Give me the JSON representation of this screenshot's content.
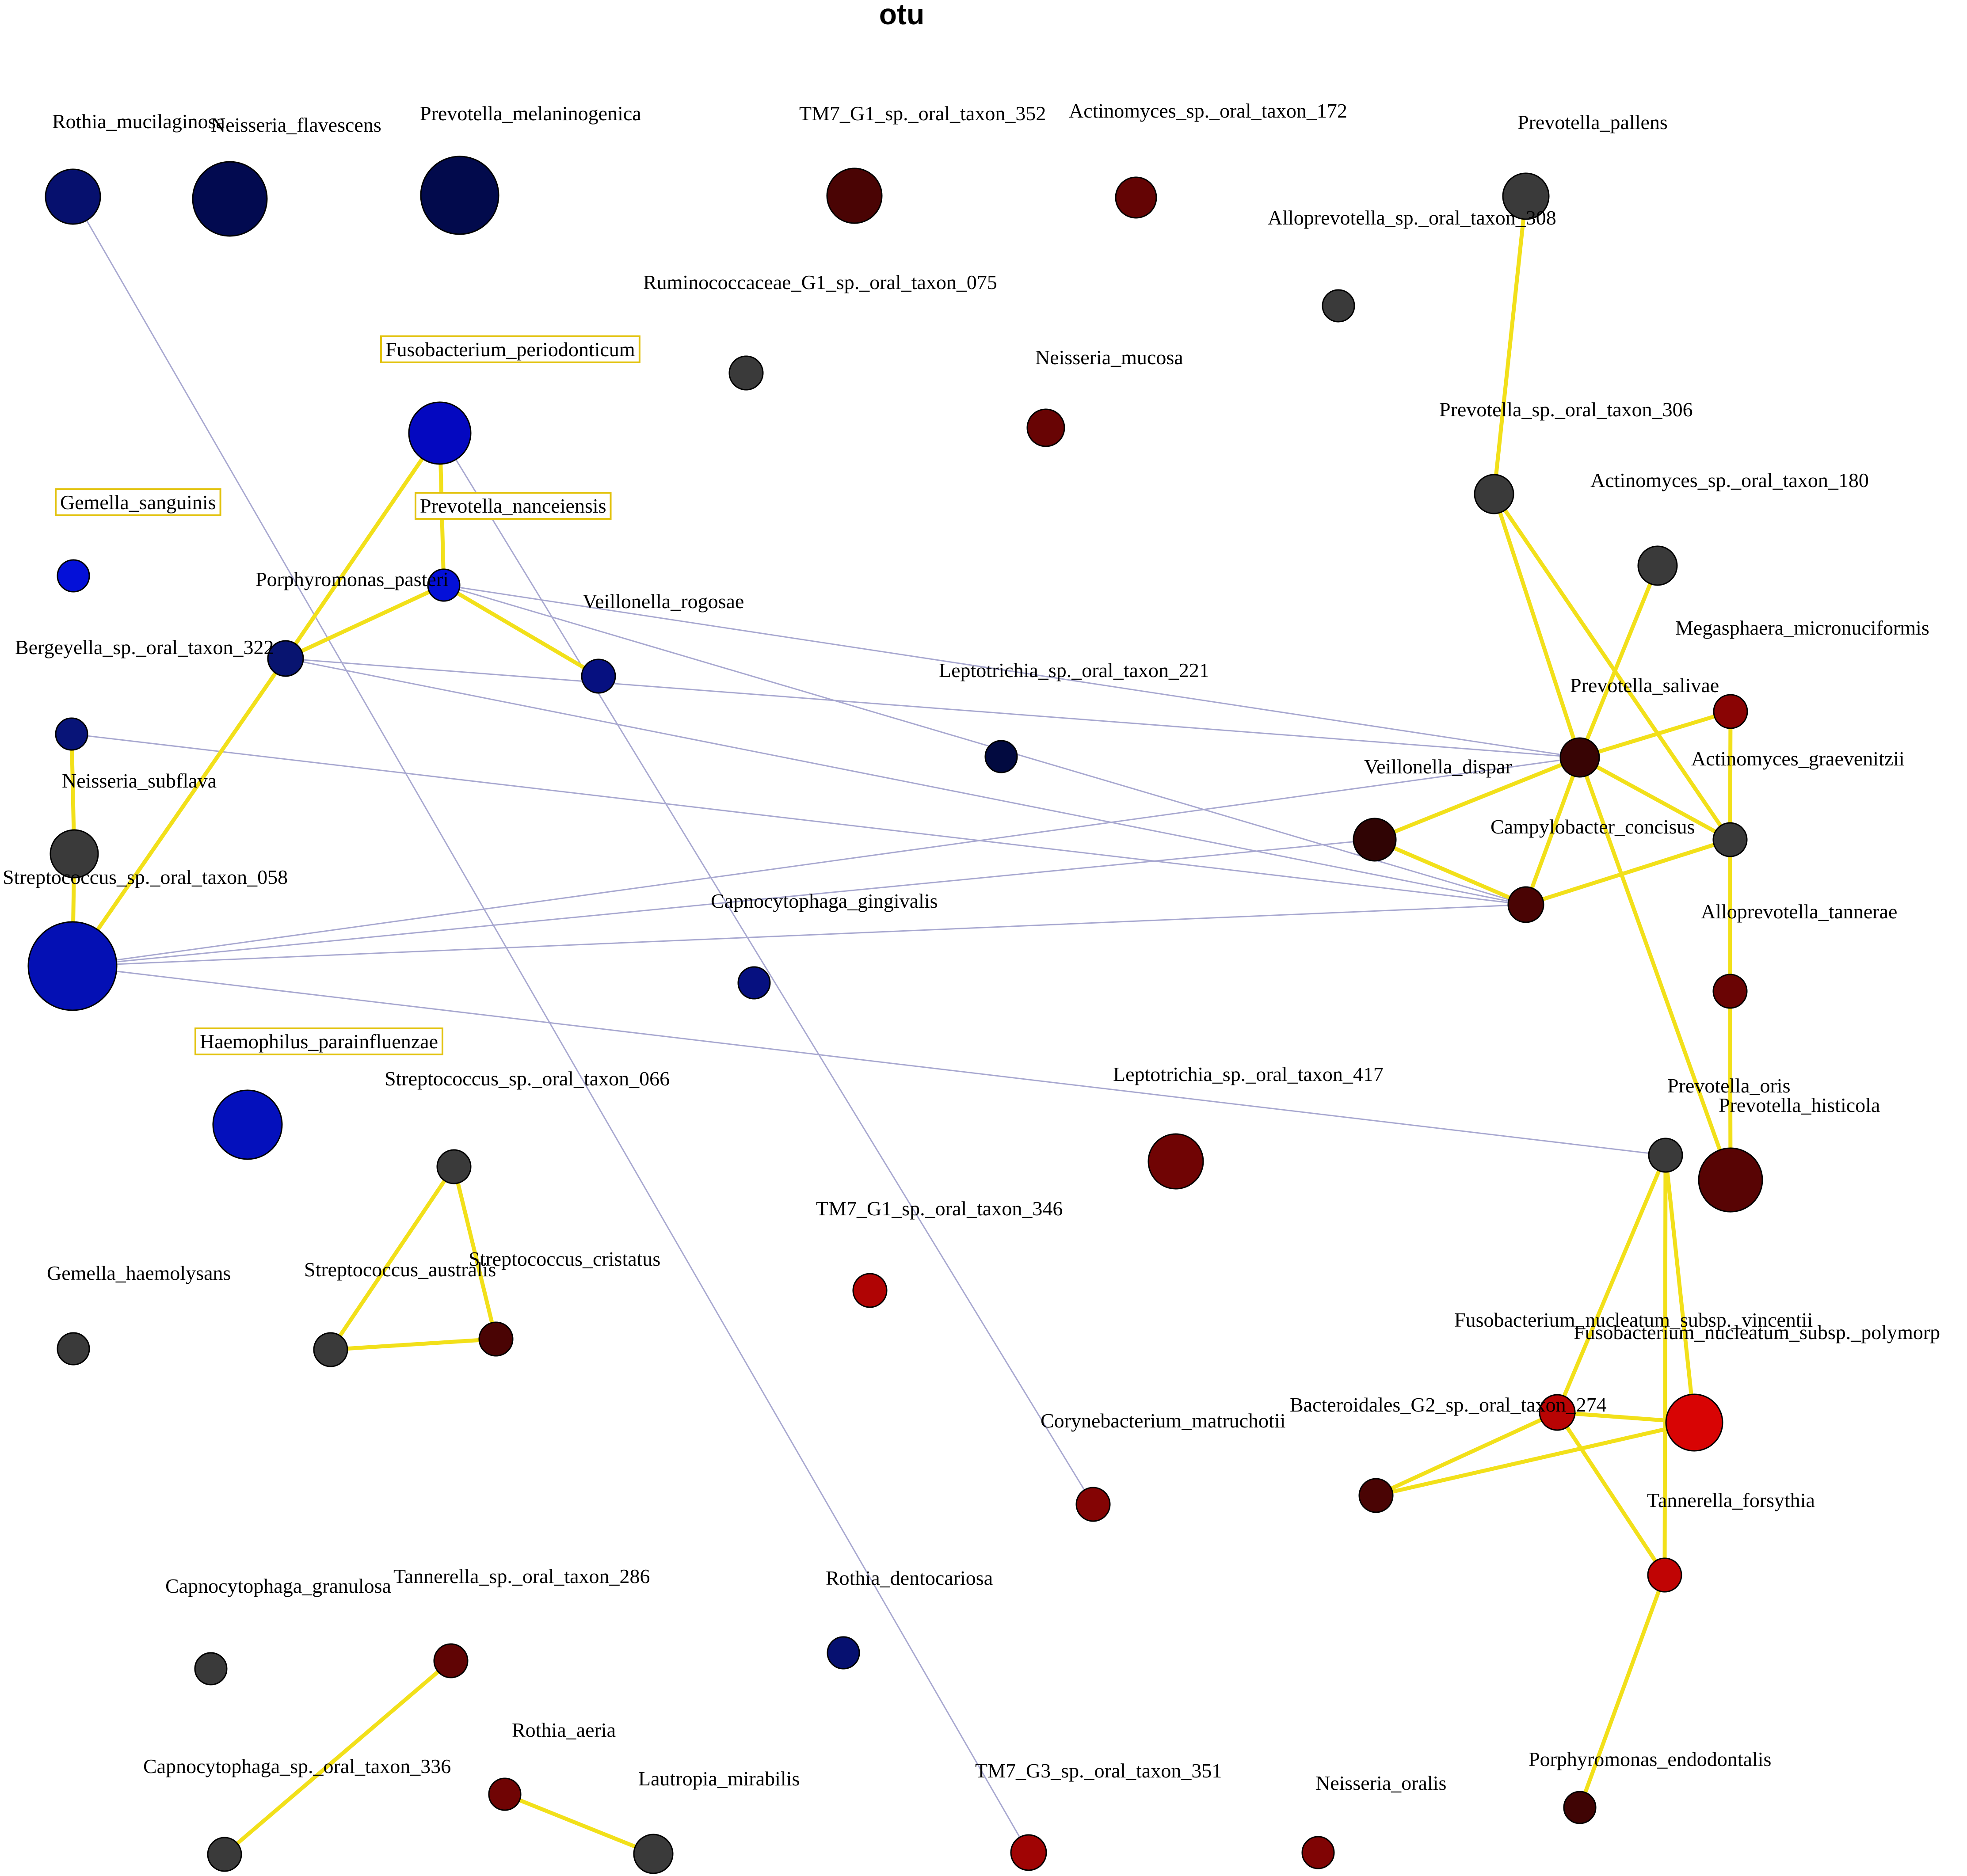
{
  "title": "otu",
  "colors": {
    "positive_edge": "#F2E01A",
    "negative_edge": "#A8A8D0",
    "highlight_box": "#E2C20C"
  },
  "nodes": [
    {
      "id": "Rothia_mucilaginosa",
      "label": "Rothia_mucilaginosa",
      "color": "#06106E"
    },
    {
      "id": "Neisseria_flavescens",
      "label": "Neisseria_flavescens",
      "color": "#020A50"
    },
    {
      "id": "Prevotella_melaninogenica",
      "label": "Prevotella_melaninogenica",
      "color": "#020A4C"
    },
    {
      "id": "TM7_G1_sp._oral_taxon_352",
      "label": "TM7_G1_sp._oral_taxon_352",
      "color": "#4A0404"
    },
    {
      "id": "Actinomyces_sp._oral_taxon_172",
      "label": "Actinomyces_sp._oral_taxon_172",
      "color": "#640404"
    },
    {
      "id": "Prevotella_pallens",
      "label": "Prevotella_pallens",
      "color": "#3A3A3A"
    },
    {
      "id": "Alloprevotella_sp._oral_taxon_308",
      "label": "Alloprevotella_sp._oral_taxon_308",
      "color": "#3A3A3A"
    },
    {
      "id": "Ruminococcaceae_G1_sp._oral_taxon_075",
      "label": "Ruminococcaceae_G1_sp._oral_taxon_075",
      "color": "#3A3A3A"
    },
    {
      "id": "Neisseria_mucosa",
      "label": "Neisseria_mucosa",
      "color": "#680404"
    },
    {
      "id": "Fusobacterium_periodonticum",
      "label": "Fusobacterium_periodonticum",
      "color": "#0408C0"
    },
    {
      "id": "Prevotella_sp._oral_taxon_306",
      "label": "Prevotella_sp._oral_taxon_306",
      "color": "#3A3A3A"
    },
    {
      "id": "Actinomyces_sp._oral_taxon_180",
      "label": "Actinomyces_sp._oral_taxon_180",
      "color": "#3A3A3A"
    },
    {
      "id": "Gemella_sanguinis",
      "label": "Gemella_sanguinis",
      "color": "#0410D8"
    },
    {
      "id": "Prevotella_nanceiensis",
      "label": "Prevotella_nanceiensis",
      "color": "#0410D8"
    },
    {
      "id": "Porphyromonas_pasteri",
      "label": "Porphyromonas_pasteri",
      "color": "#0410D8"
    },
    {
      "id": "Veillonella_rogosae",
      "label": "Veillonella_rogosae",
      "color": "#061080"
    },
    {
      "id": "Bergeyella_sp._oral_taxon_322",
      "label": "Bergeyella_sp._oral_taxon_322",
      "color": "#081470"
    },
    {
      "id": "Megasphaera_micronuciformis",
      "label": "Megasphaera_micronuciformis",
      "color": "#8A0404"
    },
    {
      "id": "Leptotrichia_sp._oral_taxon_221",
      "label": "Leptotrichia_sp._oral_taxon_221",
      "color": "#020A40"
    },
    {
      "id": "Prevotella_salivae",
      "label": "Prevotella_salivae",
      "color": "#380404"
    },
    {
      "id": "Veillonella_dispar",
      "label": "Veillonella_dispar",
      "color": "#300404"
    },
    {
      "id": "Neisseria_subflava",
      "label": "Neisseria_subflava",
      "color": "#081478"
    },
    {
      "id": "Actinomyces_graevenitzii",
      "label": "Actinomyces_graevenitzii",
      "color": "#3A3A3A"
    },
    {
      "id": "Campylobacter_concisus",
      "label": "Campylobacter_concisus",
      "color": "#4A0404"
    },
    {
      "id": "Streptococcus_sp._oral_taxon_058",
      "label": "Streptococcus_sp._oral_taxon_058",
      "color": "#3A3A3A"
    },
    {
      "id": "Streptococcus_big",
      "label": "",
      "color": "#0410B4"
    },
    {
      "id": "Capnocytophaga_gingivalis",
      "label": "Capnocytophaga_gingivalis",
      "color": "#061080"
    },
    {
      "id": "Alloprevotella_tannerae",
      "label": "Alloprevotella_tannerae",
      "color": "#6A0404"
    },
    {
      "id": "Haemophilus_parainfluenzae",
      "label": "Haemophilus_parainfluenzae",
      "color": "#0410BC"
    },
    {
      "id": "Streptococcus_sp._oral_taxon_066",
      "label": "Streptococcus_sp._oral_taxon_066",
      "color": "#3A3A3A"
    },
    {
      "id": "Leptotrichia_sp._oral_taxon_417",
      "label": "Leptotrichia_sp._oral_taxon_417",
      "color": "#700404"
    },
    {
      "id": "Prevotella_oris",
      "label": "Prevotella_oris",
      "color": "#3A3A3A"
    },
    {
      "id": "Prevotella_histicola",
      "label": "Prevotella_histicola",
      "color": "#580404"
    },
    {
      "id": "TM7_G1_sp._oral_taxon_346",
      "label": "TM7_G1_sp._oral_taxon_346",
      "color": "#B00404"
    },
    {
      "id": "Gemella_haemolysans",
      "label": "Gemella_haemolysans",
      "color": "#3A3A3A"
    },
    {
      "id": "Streptococcus_australis",
      "label": "Streptococcus_australis",
      "color": "#3A3A3A"
    },
    {
      "id": "Streptococcus_cristatus",
      "label": "Streptococcus_cristatus",
      "color": "#4A0404"
    },
    {
      "id": "Fusobacterium_nucleatum_subsp._vincentii",
      "label": "Fusobacterium_nucleatum_subsp._vincentii",
      "color": "#B80404"
    },
    {
      "id": "Fusobacterium_nucleatum_subsp._polymorphum",
      "label": "Fusobacterium_nucleatum_subsp._polymorp",
      "color": "#D80404"
    },
    {
      "id": "Bacteroidales_G2_sp._oral_taxon_274",
      "label": "Bacteroidales_G2_sp._oral_taxon_274",
      "color": "#4A0404"
    },
    {
      "id": "Corynebacterium_matruchotii",
      "label": "Corynebacterium_matruchotii",
      "color": "#840404"
    },
    {
      "id": "Tannerella_forsythia",
      "label": "Tannerella_forsythia",
      "color": "#C00404"
    },
    {
      "id": "Capnocytophaga_granulosa",
      "label": "Capnocytophaga_granulosa",
      "color": "#3A3A3A"
    },
    {
      "id": "Tannerella_sp._oral_taxon_286",
      "label": "Tannerella_sp._oral_taxon_286",
      "color": "#600404"
    },
    {
      "id": "Rothia_dentocariosa",
      "label": "Rothia_dentocariosa",
      "color": "#061070"
    },
    {
      "id": "Rothia_aeria",
      "label": "Rothia_aeria",
      "color": "#700404"
    },
    {
      "id": "Capnocytophaga_sp._oral_taxon_336",
      "label": "Capnocytophaga_sp._oral_taxon_336",
      "color": "#3A3A3A"
    },
    {
      "id": "Lautropia_mirabilis",
      "label": "Lautropia_mirabilis",
      "color": "#3A3A3A"
    },
    {
      "id": "TM7_G3_sp._oral_taxon_351",
      "label": "TM7_G3_sp._oral_taxon_351",
      "color": "#A00404"
    },
    {
      "id": "Neisseria_oralis",
      "label": "Neisseria_oralis",
      "color": "#800404"
    },
    {
      "id": "Porphyromonas_endodontalis",
      "label": "Porphyromonas_endodontalis",
      "color": "#400404"
    }
  ],
  "boxed_labels": [
    "Fusobacterium_periodonticum",
    "Gemella_sanguinis",
    "Prevotella_nanceiensis",
    "Haemophilus_parainfluenzae"
  ],
  "edges_positive": [
    [
      "Fusobacterium_periodonticum",
      "Porphyromonas_pasteri"
    ],
    [
      "Fusobacterium_periodonticum",
      "Bergeyella_sp._oral_taxon_322"
    ],
    [
      "Porphyromonas_pasteri",
      "Bergeyella_sp._oral_taxon_322"
    ],
    [
      "Porphyromonas_pasteri",
      "Veillonella_rogosae"
    ],
    [
      "Bergeyella_sp._oral_taxon_322",
      "Streptococcus_big"
    ],
    [
      "Neisseria_subflava",
      "Streptococcus_sp._oral_taxon_058"
    ],
    [
      "Streptococcus_sp._oral_taxon_058",
      "Streptococcus_big"
    ],
    [
      "Prevotella_pallens",
      "Prevotella_sp._oral_taxon_306"
    ],
    [
      "Prevotella_sp._oral_taxon_306",
      "Prevotella_salivae"
    ],
    [
      "Prevotella_sp._oral_taxon_306",
      "Actinomyces_graevenitzii"
    ],
    [
      "Actinomyces_sp._oral_taxon_180",
      "Prevotella_salivae"
    ],
    [
      "Megasphaera_micronuciformis",
      "Actinomyces_graevenitzii"
    ],
    [
      "Prevotella_salivae",
      "Megasphaera_micronuciformis"
    ],
    [
      "Prevotella_salivae",
      "Veillonella_dispar"
    ],
    [
      "Prevotella_salivae",
      "Campylobacter_concisus"
    ],
    [
      "Prevotella_salivae",
      "Actinomyces_graevenitzii"
    ],
    [
      "Prevotella_salivae",
      "Prevotella_histicola"
    ],
    [
      "Veillonella_dispar",
      "Campylobacter_concisus"
    ],
    [
      "Campylobacter_concisus",
      "Actinomyces_graevenitzii"
    ],
    [
      "Actinomyces_graevenitzii",
      "Alloprevotella_tannerae"
    ],
    [
      "Alloprevotella_tannerae",
      "Prevotella_histicola"
    ],
    [
      "Streptococcus_sp._oral_taxon_066",
      "Streptococcus_australis"
    ],
    [
      "Streptococcus_sp._oral_taxon_066",
      "Streptococcus_cristatus"
    ],
    [
      "Streptococcus_australis",
      "Streptococcus_cristatus"
    ],
    [
      "Prevotella_oris",
      "Fusobacterium_nucleatum_subsp._vincentii"
    ],
    [
      "Prevotella_oris",
      "Fusobacterium_nucleatum_subsp._polymorphum"
    ],
    [
      "Prevotella_oris",
      "Tannerella_forsythia"
    ],
    [
      "Fusobacterium_nucleatum_subsp._vincentii",
      "Fusobacterium_nucleatum_subsp._polymorphum"
    ],
    [
      "Fusobacterium_nucleatum_subsp._vincentii",
      "Bacteroidales_G2_sp._oral_taxon_274"
    ],
    [
      "Fusobacterium_nucleatum_subsp._vincentii",
      "Tannerella_forsythia"
    ],
    [
      "Fusobacterium_nucleatum_subsp._polymorphum",
      "Bacteroidales_G2_sp._oral_taxon_274"
    ],
    [
      "Tannerella_forsythia",
      "Porphyromonas_endodontalis"
    ],
    [
      "Tannerella_sp._oral_taxon_286",
      "Capnocytophaga_sp._oral_taxon_336"
    ],
    [
      "Rothia_aeria",
      "Lautropia_mirabilis"
    ]
  ],
  "edges_negative": [
    [
      "Rothia_mucilaginosa",
      "TM7_G3_sp._oral_taxon_351"
    ],
    [
      "Fusobacterium_periodonticum",
      "Corynebacterium_matruchotii"
    ],
    [
      "Porphyromonas_pasteri",
      "Prevotella_salivae"
    ],
    [
      "Porphyromonas_pasteri",
      "Campylobacter_concisus"
    ],
    [
      "Bergeyella_sp._oral_taxon_322",
      "Prevotella_salivae"
    ],
    [
      "Bergeyella_sp._oral_taxon_322",
      "Campylobacter_concisus"
    ],
    [
      "Neisseria_subflava",
      "Campylobacter_concisus"
    ],
    [
      "Streptococcus_big",
      "Veillonella_dispar"
    ],
    [
      "Streptococcus_big",
      "Prevotella_salivae"
    ],
    [
      "Streptococcus_big",
      "Campylobacter_concisus"
    ],
    [
      "Streptococcus_big",
      "Prevotella_oris"
    ]
  ]
}
